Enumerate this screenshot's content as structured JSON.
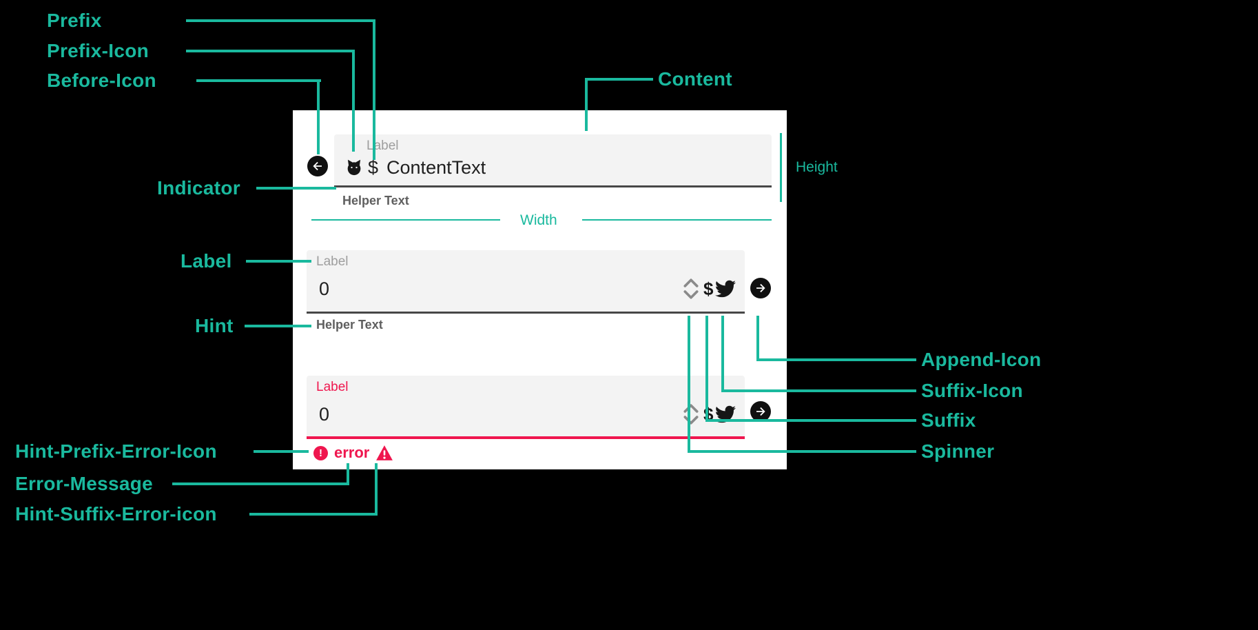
{
  "colors": {
    "accent_teal": "#1ab99e",
    "error": "#ef164e",
    "panel_bg": "#ffffff",
    "field_bg": "#f3f3f3",
    "underline": "#474747",
    "label_gray": "#9e9e9e",
    "content_dark": "#1f1f1f",
    "helper_gray": "#5f5f5f",
    "icon_black": "#101010",
    "spinner_gray": "#8a8a8a",
    "background": "#000000"
  },
  "annotations": {
    "prefix": "Prefix",
    "prefix_icon": "Prefix-Icon",
    "before_icon": "Before-Icon",
    "content": "Content",
    "indicator": "Indicator",
    "label": "Label",
    "hint": "Hint",
    "height": "Height",
    "width": "Width",
    "append_icon": "Append-Icon",
    "suffix_icon": "Suffix-Icon",
    "suffix": "Suffix",
    "spinner": "Spinner",
    "hint_prefix_error_icon": "Hint-Prefix-Error-Icon",
    "error_message": "Error-Message",
    "hint_suffix_error_icon": "Hint-Suffix-Error-icon"
  },
  "fields": {
    "first": {
      "label": "Label",
      "prefix": "$",
      "content": "ContentText",
      "helper": "Helper Text"
    },
    "second": {
      "label": "Label",
      "value": "0",
      "suffix": "$",
      "helper": "Helper Text"
    },
    "third": {
      "label": "Label",
      "value": "0",
      "suffix": "$",
      "error_text": "error"
    }
  },
  "icons": {
    "before": "arrow-left-circle-icon",
    "append": "arrow-right-circle-icon",
    "prefix": "cat-icon",
    "suffix": "bird-icon",
    "spinner": "chevron-up-down-icon",
    "error": "exclamation-circle-icon",
    "warning": "warning-triangle-icon"
  }
}
